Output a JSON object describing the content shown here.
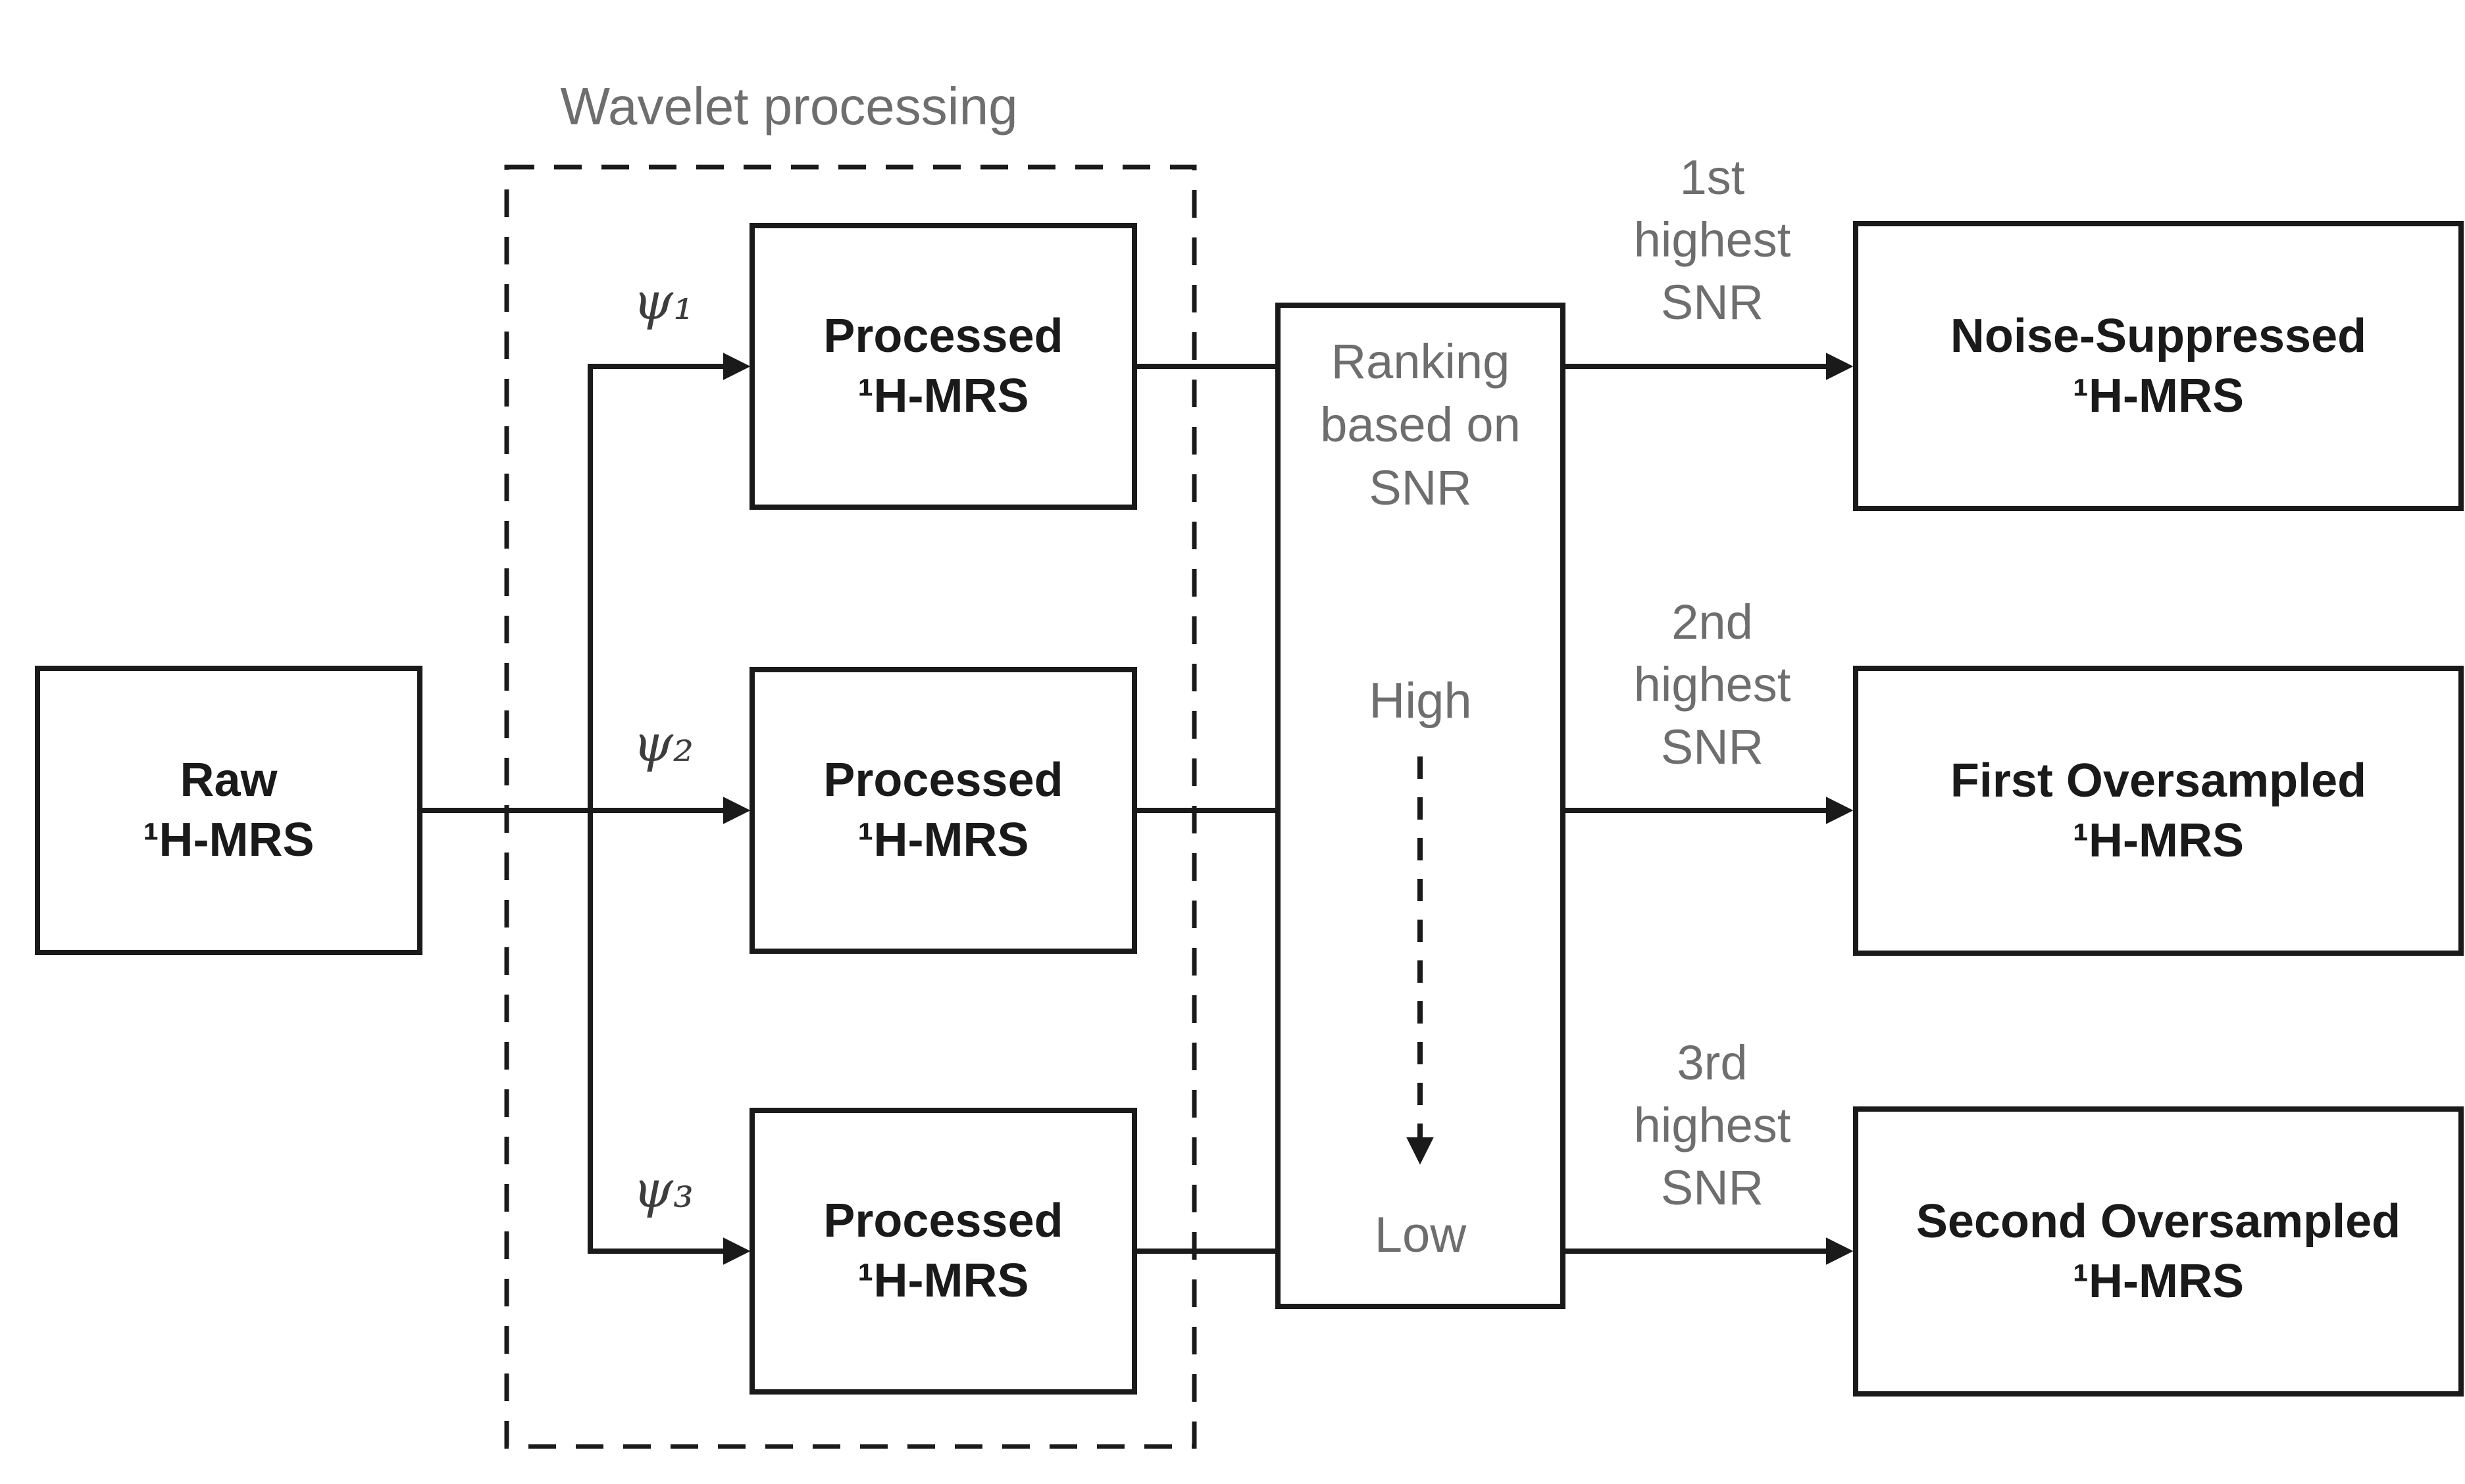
{
  "diagram": {
    "group_label": "Wavelet processing",
    "input_box": {
      "line1": "Raw",
      "line2": "¹H-MRS"
    },
    "branches": [
      {
        "psi_label": "ψ₁",
        "processed_box": {
          "line1": "Processed",
          "line2": "¹H-MRS"
        },
        "rank_label": {
          "line1": "1st",
          "line2": "highest",
          "line3": "SNR"
        },
        "output_box": {
          "line1": "Noise-Suppressed",
          "line2": "¹H-MRS"
        }
      },
      {
        "psi_label": "ψ₂",
        "processed_box": {
          "line1": "Processed",
          "line2": "¹H-MRS"
        },
        "rank_label": {
          "line1": "2nd",
          "line2": "highest",
          "line3": "SNR"
        },
        "output_box": {
          "line1": "First Oversampled",
          "line2": "¹H-MRS"
        }
      },
      {
        "psi_label": "ψ₃",
        "processed_box": {
          "line1": "Processed",
          "line2": "¹H-MRS"
        },
        "rank_label": {
          "line1": "3rd",
          "line2": "highest",
          "line3": "SNR"
        },
        "output_box": {
          "line1": "Second Oversampled",
          "line2": "¹H-MRS"
        }
      }
    ],
    "ranking_box": {
      "title_line1": "Ranking",
      "title_line2": "based on",
      "title_line3": "SNR",
      "high_label": "High",
      "low_label": "Low"
    },
    "colors": {
      "text_primary": "#1a1a1a",
      "text_secondary": "#6e6e6e",
      "line": "#1a1a1a",
      "background": "#ffffff"
    }
  }
}
